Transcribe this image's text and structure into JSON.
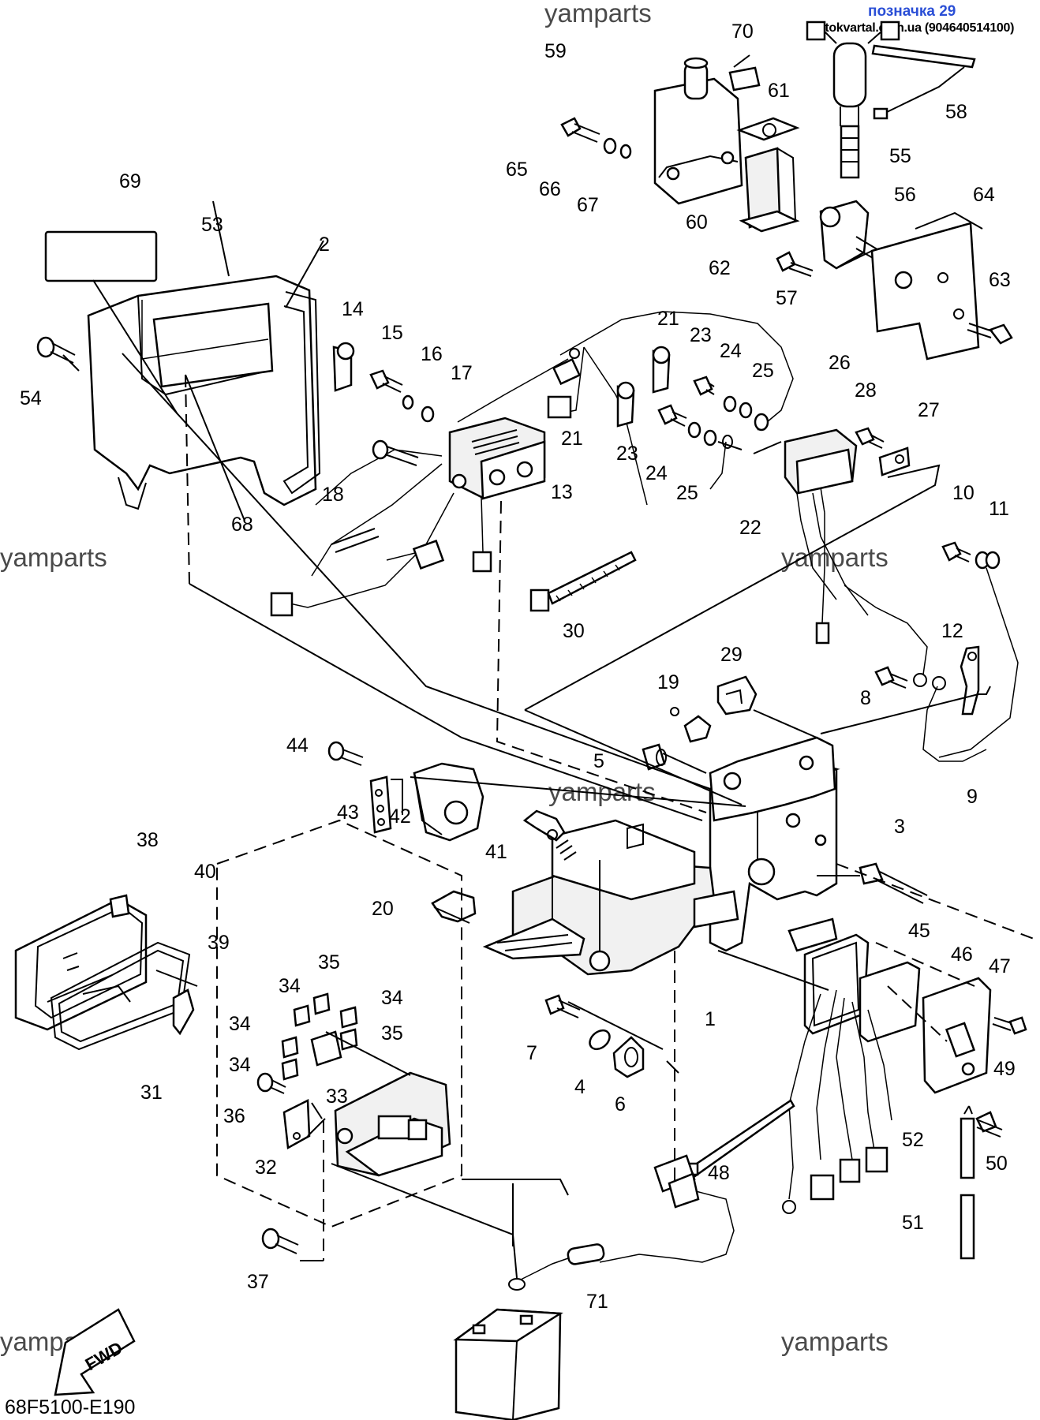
{
  "header": {
    "badge": "позначка 29",
    "site": "motokvartal.com.ua (904640514100)"
  },
  "watermarks": [
    "yamparts",
    "yamparts",
    "yamparts",
    "yamparts",
    "yamparts",
    "yamparts"
  ],
  "diagram_code": "68F5100-E190",
  "fwd_label": "FWD",
  "callouts": [
    "1",
    "2",
    "3",
    "4",
    "5",
    "6",
    "7",
    "8",
    "9",
    "10",
    "11",
    "12",
    "13",
    "14",
    "15",
    "16",
    "17",
    "18",
    "19",
    "20",
    "21",
    "21",
    "22",
    "23",
    "23",
    "24",
    "24",
    "25",
    "25",
    "26",
    "27",
    "28",
    "29",
    "30",
    "31",
    "32",
    "33",
    "34",
    "34",
    "34",
    "34",
    "35",
    "35",
    "36",
    "37",
    "38",
    "39",
    "40",
    "41",
    "42",
    "43",
    "44",
    "45",
    "46",
    "47",
    "48",
    "49",
    "50",
    "51",
    "52",
    "53",
    "54",
    "55",
    "56",
    "57",
    "58",
    "59",
    "60",
    "61",
    "62",
    "63",
    "64",
    "65",
    "66",
    "67",
    "68",
    "69",
    "70",
    "71"
  ]
}
